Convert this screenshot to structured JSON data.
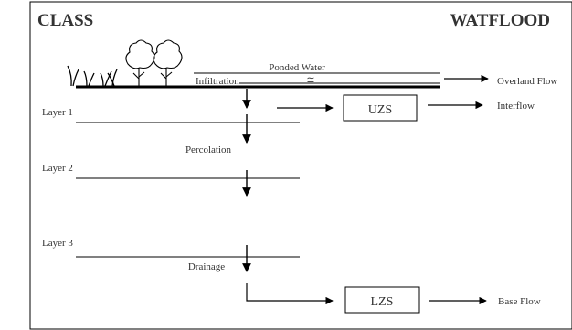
{
  "titles": {
    "left": "CLASS",
    "right": "WATFLOOD"
  },
  "surface": {
    "ponded_water": "Ponded Water",
    "water_symbol": "≅",
    "infiltration": "Infiltration",
    "overland_flow": "Overland Flow"
  },
  "layers": {
    "layer1": "Layer 1",
    "layer2": "Layer 2",
    "layer3": "Layer 3"
  },
  "processes": {
    "percolation": "Percolation",
    "drainage": "Drainage"
  },
  "stores": {
    "upper": "UZS",
    "lower": "LZS"
  },
  "outflows": {
    "interflow": "Interflow",
    "base_flow": "Base Flow"
  },
  "colors": {
    "line": "#000000",
    "text": "#333333",
    "background": "#ffffff"
  },
  "icons": [
    "grass-icon",
    "tree-icon"
  ]
}
